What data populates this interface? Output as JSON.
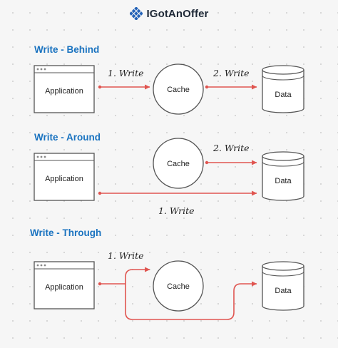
{
  "brand": {
    "name": "IGotAnOffer",
    "icon": "grid-logo-icon"
  },
  "colors": {
    "heading": "#1a73c0",
    "arrow": "#e05550",
    "outline": "#555555",
    "node_fill": "#ffffff",
    "background": "#f6f6f6"
  },
  "sections": [
    {
      "heading": "Write - Behind",
      "nodes": {
        "app": "Application",
        "cache": "Cache",
        "data": "Data"
      },
      "edges": [
        "1. Write",
        "2. Write"
      ]
    },
    {
      "heading": "Write - Around",
      "nodes": {
        "app": "Application",
        "cache": "Cache",
        "data": "Data"
      },
      "edges": [
        "2. Write",
        "1. Write"
      ]
    },
    {
      "heading": "Write - Through",
      "nodes": {
        "app": "Application",
        "cache": "Cache",
        "data": "Data"
      },
      "edges": [
        "1. Write"
      ]
    }
  ]
}
